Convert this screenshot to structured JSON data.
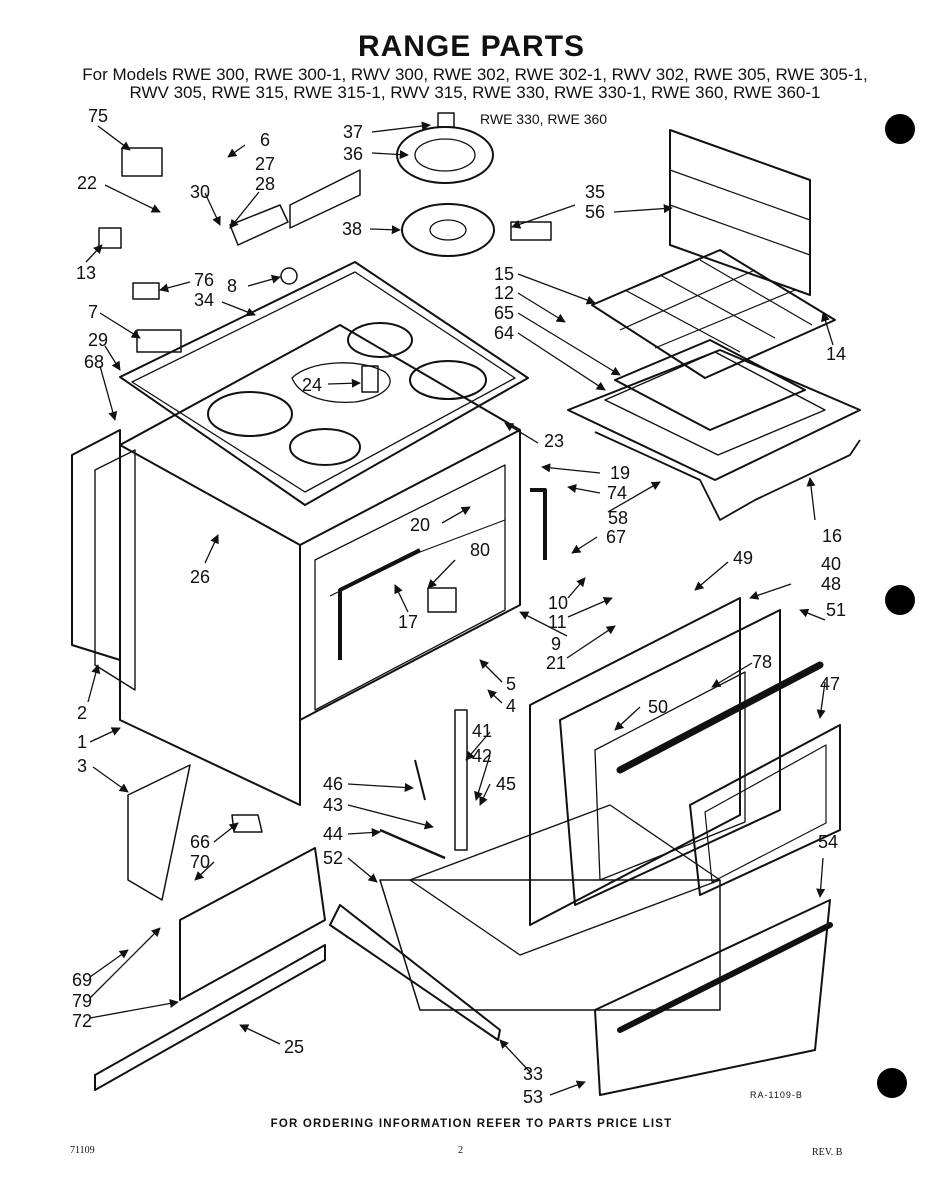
{
  "page": {
    "title": "RANGE PARTS",
    "models_line1": "For Models RWE 300, RWE 300-1, RWV 300, RWE 302, RWE 302-1, RWV 302, RWE 305, RWE 305-1,",
    "models_line2": "RWV 305, RWE 315, RWE 315-1, RWV 315, RWE 330, RWE 330-1, RWE 360, RWE 360-1",
    "variant_note": "RWE 330, RWE 360",
    "ordering_note": "FOR ORDERING INFORMATION REFER TO PARTS PRICE LIST",
    "reference_code": "RA-1109-B",
    "document_number": "71109",
    "page_number": "2",
    "revision": "REV. B"
  },
  "callouts": {
    "n75": "75",
    "n6": "6",
    "n37": "37",
    "n36": "36",
    "n27": "27",
    "n22": "22",
    "n30": "30",
    "n28": "28",
    "n35": "35",
    "n56": "56",
    "n38": "38",
    "n13": "13",
    "n76": "76",
    "n8": "8",
    "n34": "34",
    "n15": "15",
    "n12": "12",
    "n7": "7",
    "n65": "65",
    "n64": "64",
    "n29": "29",
    "n68": "68",
    "n14": "14",
    "n24": "24",
    "n23": "23",
    "n19": "19",
    "n74": "74",
    "n20": "20",
    "n58": "58",
    "n16": "16",
    "n67": "67",
    "n80": "80",
    "n26": "26",
    "n49": "49",
    "n40": "40",
    "n48": "48",
    "n10": "10",
    "n17": "17",
    "n11": "11",
    "n51": "51",
    "n9": "9",
    "n21": "21",
    "n78": "78",
    "n47": "47",
    "n5": "5",
    "n2": "2",
    "n4": "4",
    "n50": "50",
    "n1": "1",
    "n41": "41",
    "n42": "42",
    "n3": "3",
    "n46": "46",
    "n45": "45",
    "n43": "43",
    "n66": "66",
    "n70": "70",
    "n44": "44",
    "n54": "54",
    "n52": "52",
    "n69": "69",
    "n79": "79",
    "n72": "72",
    "n25": "25",
    "n33": "33",
    "n53": "53"
  }
}
